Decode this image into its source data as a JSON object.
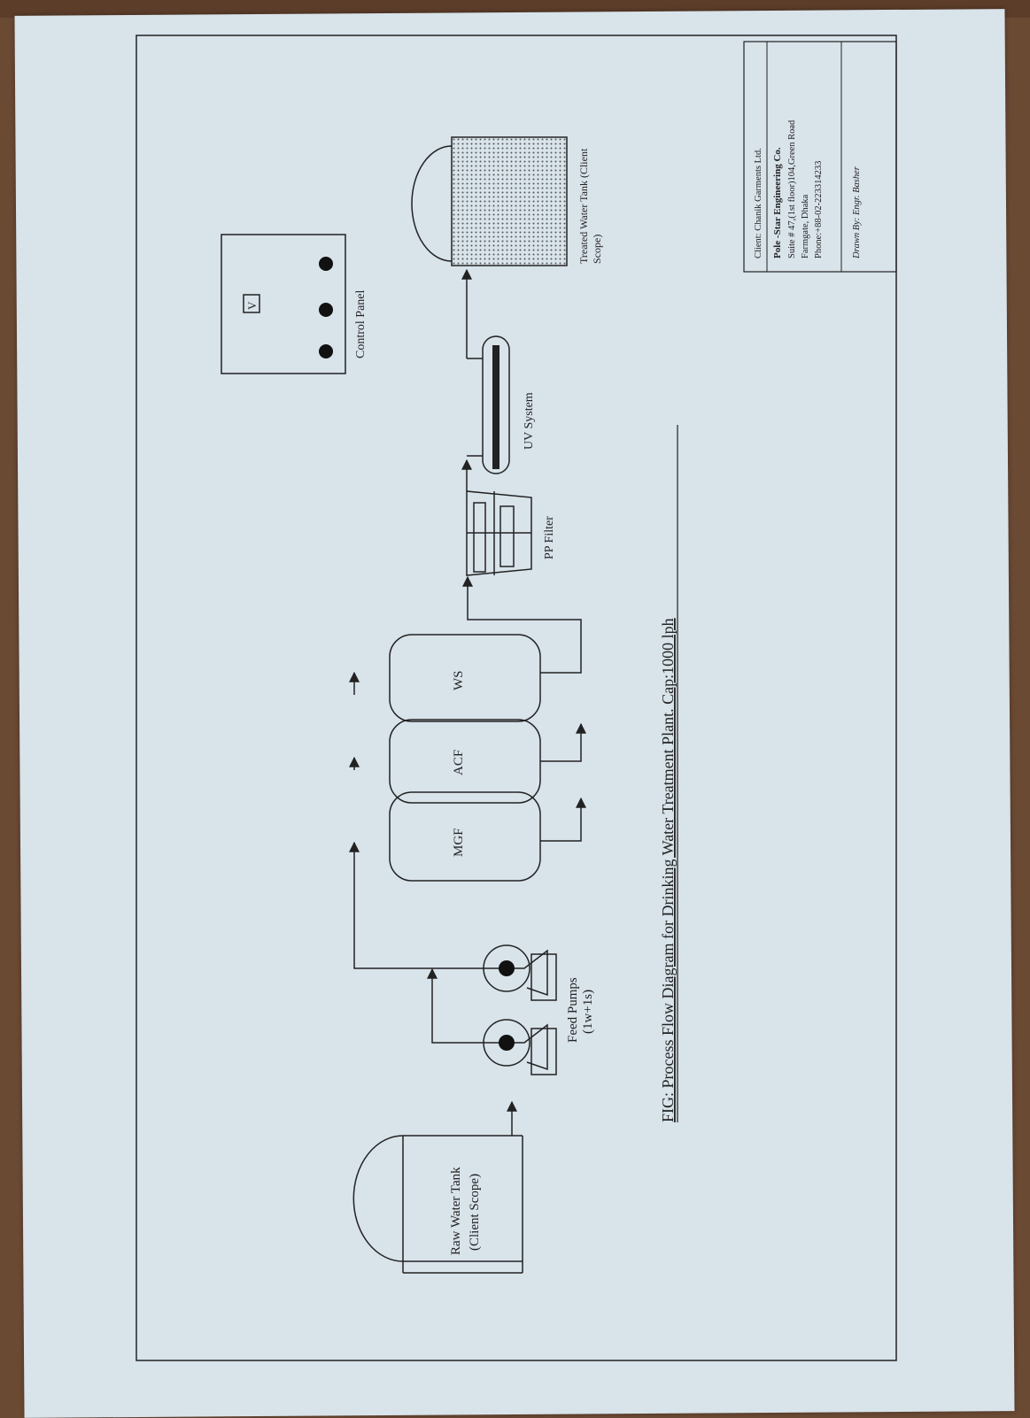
{
  "diagram": {
    "title": "FIG: Process Flow Diagram for Drinking Water Treatment Plant. Cap:1000 lph",
    "raw_tank": {
      "label_line1": "Raw Water Tank",
      "label_line2": "(Client Scope)"
    },
    "feed_pumps": {
      "label_line1": "Feed Pumps",
      "label_line2": "(1w+1s)"
    },
    "vessels": [
      "MGF",
      "ACF",
      "WS"
    ],
    "pp_filter": "PP Filter",
    "uv_system": "UV System",
    "treated_tank": {
      "label_line1": "Treated Water Tank (Client",
      "label_line2": "Scope)"
    },
    "control_panel": {
      "label": "Control Panel",
      "meter": "V"
    }
  },
  "title_block": {
    "client": "Client: Chanik Garments Ltd.",
    "company": "Pole -Star Engineering Co.",
    "address1": "Suite # 47,(1st floor)104,Green Road",
    "address2": "Farmgate, Dhaka",
    "phone": "Phone:+88-02-223314233",
    "drawn_by": "Drawn By: Engr. Basher"
  },
  "colors": {
    "paper": "#d8e3ea",
    "ink": "#222222",
    "wood": "#6b4a34"
  }
}
